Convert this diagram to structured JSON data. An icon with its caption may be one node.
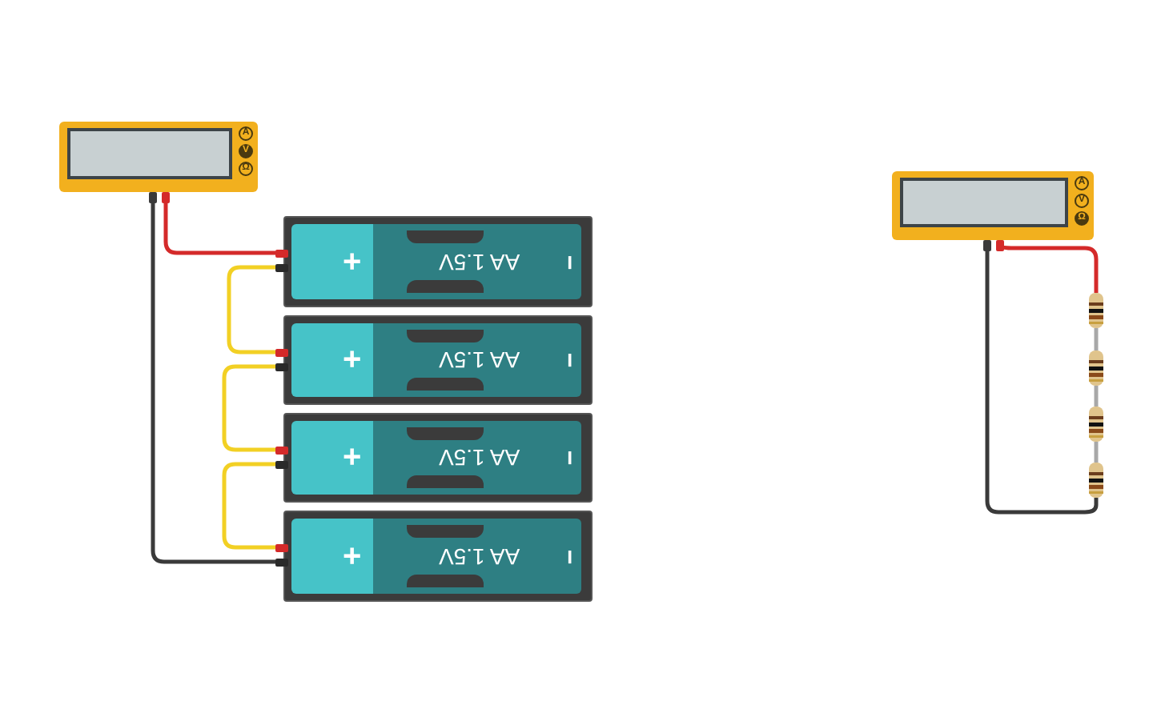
{
  "diagram": {
    "nodes": [
      {
        "text": [
          "A",
          "V",
          "Ω"
        ]
      },
      {
        "text": [
          "+",
          "AA 1.5V",
          "−"
        ]
      },
      {
        "text": [
          "+",
          "AA 1.5V",
          "−"
        ]
      },
      {
        "text": [
          "+",
          "AA 1.5V",
          "−"
        ]
      },
      {
        "text": [
          "+",
          "AA 1.5V",
          "−"
        ]
      },
      {
        "text": [
          "A",
          "V",
          "Ω"
        ]
      },
      {
        "text": [],
        "shape": "resistor"
      },
      {
        "text": [],
        "shape": "resistor"
      },
      {
        "text": [],
        "shape": "resistor"
      },
      {
        "text": [],
        "shape": "resistor"
      },
      {
        "text": [],
        "shape": "box",
        "in": 0
      },
      {
        "text": [],
        "shape": "box",
        "in": 5
      }
    ],
    "edges": [
      {
        "from": 0,
        "to": 1,
        "arrow": "other",
        "color": "#d42a2a"
      },
      {
        "from": 0,
        "to": 4,
        "arrow": "other",
        "color": "#3a3a3a"
      },
      {
        "from": 1,
        "to": 2,
        "arrow": "none",
        "color": "#f2d024"
      },
      {
        "from": 2,
        "to": 3,
        "arrow": "none",
        "color": "#f2d024"
      },
      {
        "from": 3,
        "to": 4,
        "arrow": "none",
        "color": "#f2d024"
      },
      {
        "from": 5,
        "to": 6,
        "arrow": "other",
        "color": "#d42a2a"
      },
      {
        "from": 6,
        "to": 7,
        "arrow": "none",
        "color": "#a8a8a8"
      },
      {
        "from": 7,
        "to": 8,
        "arrow": "none",
        "color": "#a8a8a8"
      },
      {
        "from": 8,
        "to": 9,
        "arrow": "none",
        "color": "#a8a8a8"
      },
      {
        "from": 5,
        "to": 9,
        "arrow": "other",
        "color": "#3a3a3a"
      }
    ]
  }
}
